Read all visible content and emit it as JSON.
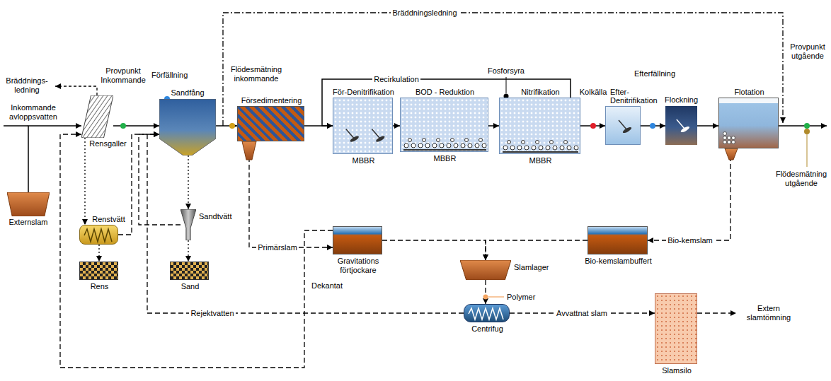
{
  "diagram": {
    "nodes": [
      {
        "text": [
          "Rensgaller"
        ]
      },
      {
        "text": [
          "Sandfång"
        ]
      },
      {
        "text": [
          "Försedimentering"
        ]
      },
      {
        "text": [
          "För-Denitrifikation",
          "MBBR"
        ]
      },
      {
        "text": [
          "BOD - Reduktion",
          "MBBR"
        ]
      },
      {
        "text": [
          "Nitrifikation",
          "MBBR"
        ]
      },
      {
        "text": [
          "Efter- Denitrifikation"
        ]
      },
      {
        "text": [
          "Flockning"
        ]
      },
      {
        "text": [
          "Flotation"
        ]
      },
      {
        "text": [
          "Renstvätt"
        ]
      },
      {
        "text": [
          "Rens"
        ]
      },
      {
        "text": [
          "Sandtvätt"
        ]
      },
      {
        "text": [
          "Sand"
        ]
      },
      {
        "text": [
          "Externslam"
        ]
      },
      {
        "text": [
          "Gravitations förtjockare"
        ]
      },
      {
        "text": [
          "Bio-kemslambuffert"
        ]
      },
      {
        "text": [
          "Slamlager"
        ]
      },
      {
        "text": [
          "Centrifug"
        ]
      },
      {
        "text": [
          "Slamsilo"
        ]
      }
    ],
    "edges": [
      {
        "from": 0,
        "to": 1,
        "arrow": "to"
      },
      {
        "from": 1,
        "to": 2,
        "arrow": "to"
      },
      {
        "from": 2,
        "to": 3,
        "arrow": "to"
      },
      {
        "from": 3,
        "to": 4,
        "arrow": "to"
      },
      {
        "from": 4,
        "to": 5,
        "arrow": "to"
      },
      {
        "from": 5,
        "to": 6,
        "arrow": "to"
      },
      {
        "from": 6,
        "to": 7,
        "arrow": "to"
      },
      {
        "from": 7,
        "to": 8,
        "arrow": "to"
      },
      {
        "from": 5,
        "to": 3,
        "label": "Recirkulation",
        "arrow": "to"
      },
      {
        "from": 13,
        "to": 0,
        "arrow": "to"
      },
      {
        "from": 0,
        "to": 9,
        "arrow": "to"
      },
      {
        "from": 9,
        "to": 10,
        "arrow": "to"
      },
      {
        "from": 9,
        "to": 1,
        "arrow": "to"
      },
      {
        "from": 1,
        "to": 11,
        "arrow": "to"
      },
      {
        "from": 11,
        "to": 12,
        "arrow": "to"
      },
      {
        "from": 11,
        "to": 1,
        "arrow": "to"
      },
      {
        "from": 2,
        "to": 14,
        "label": "Primärslam",
        "arrow": "to"
      },
      {
        "from": 8,
        "to": 15,
        "label": "Bio-kemslam",
        "arrow": "to"
      },
      {
        "from": 14,
        "to": 16,
        "arrow": "to"
      },
      {
        "from": 15,
        "to": 16,
        "arrow": "to"
      },
      {
        "from": 16,
        "to": 17,
        "arrow": "to"
      },
      {
        "from": 17,
        "to": 18,
        "label": "Avvattnat slam",
        "arrow": "to"
      },
      {
        "from": 14,
        "to": 0,
        "label": "Dekantat",
        "arrow": "to"
      },
      {
        "from": 17,
        "to": 1,
        "label": "Rejektvatten",
        "arrow": "to"
      }
    ],
    "labels": [
      "Bräddningsledning",
      "Bräddnings- ledning",
      "Inkommande avloppsvatten",
      "Provpunkt Inkommande",
      "Förfällning",
      "Flödesmätning inkommande",
      "Fosforsyra",
      "Kolkälla",
      "Efterfällning",
      "Provpunkt utgående",
      "Flödesmätning utgående",
      "Polymer",
      "Extern slamtömning"
    ]
  }
}
